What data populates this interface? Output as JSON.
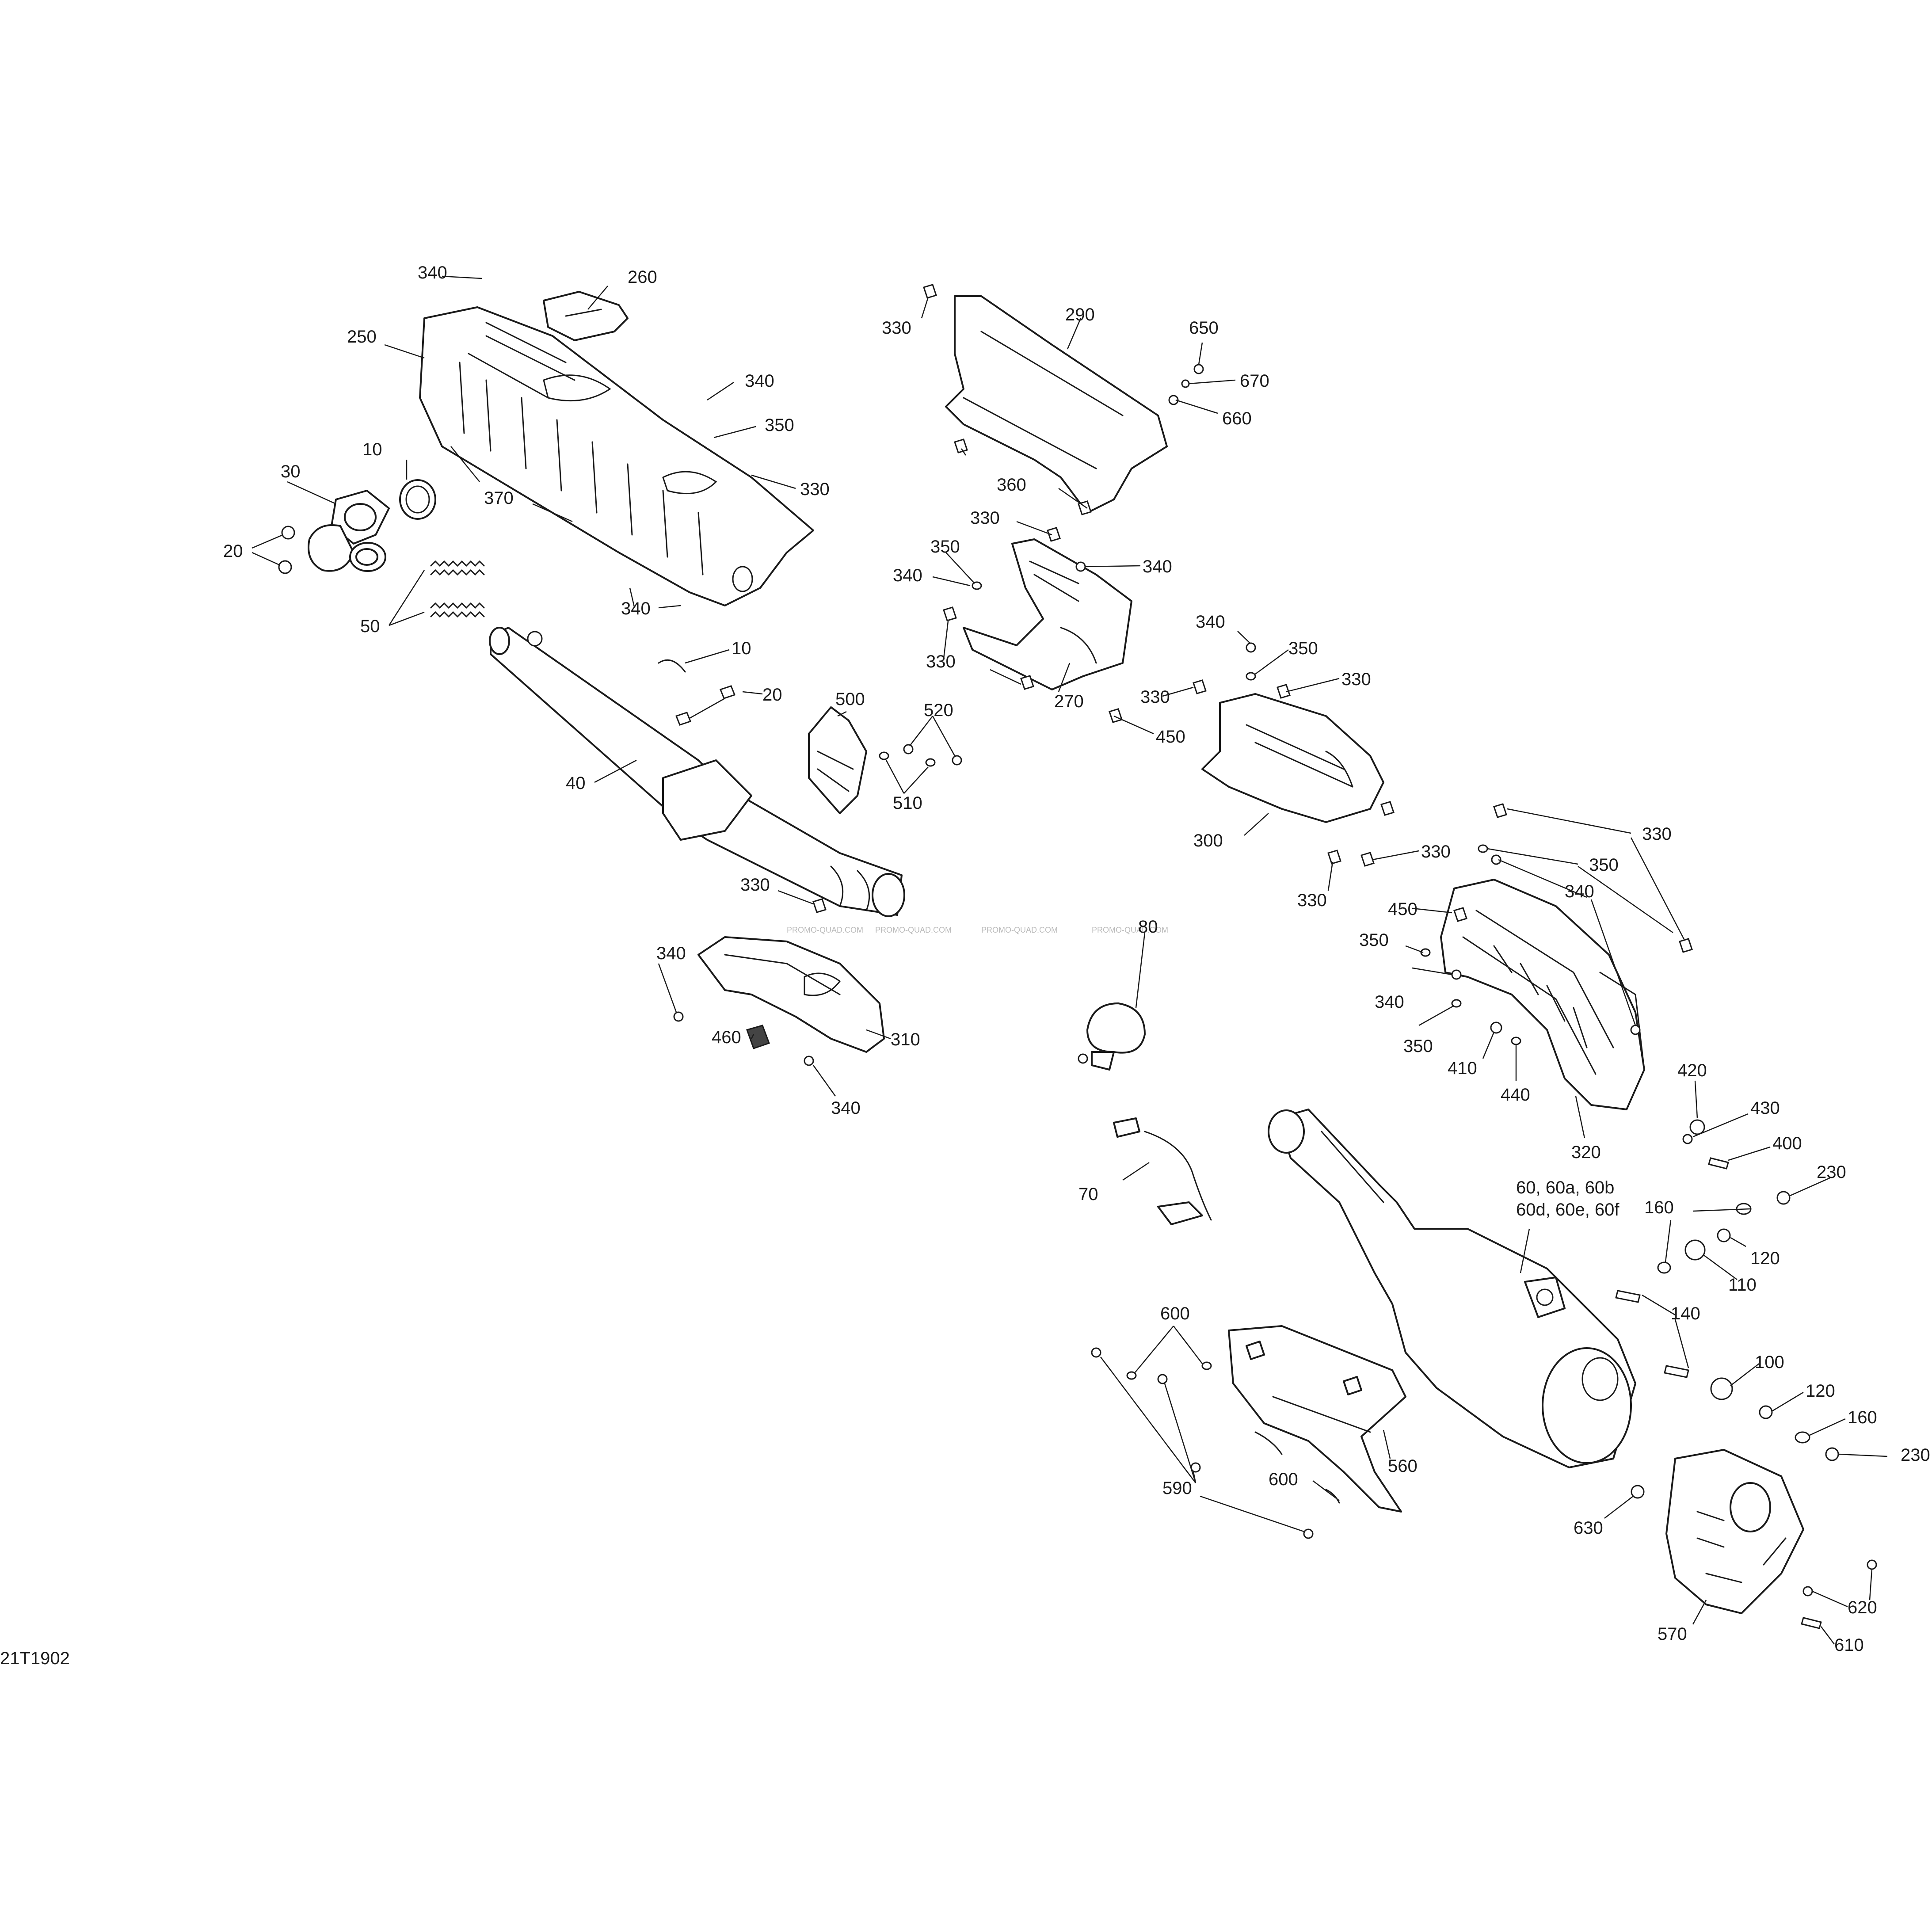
{
  "diagram_code": "21T1902",
  "watermark": "PROMO-QUAD.COM",
  "labels": [
    {
      "id": "c260",
      "text": "260"
    },
    {
      "id": "c340a",
      "text": "340"
    },
    {
      "id": "c250",
      "text": "250"
    },
    {
      "id": "c340b",
      "text": "340"
    },
    {
      "id": "c350a",
      "text": "350"
    },
    {
      "id": "c10a",
      "text": "10"
    },
    {
      "id": "c30",
      "text": "30"
    },
    {
      "id": "c370",
      "text": "370"
    },
    {
      "id": "c330a",
      "text": "330"
    },
    {
      "id": "c20a",
      "text": "20"
    },
    {
      "id": "c340c",
      "text": "340"
    },
    {
      "id": "c50",
      "text": "50"
    },
    {
      "id": "c10b",
      "text": "10"
    },
    {
      "id": "c20b",
      "text": "20"
    },
    {
      "id": "c500",
      "text": "500"
    },
    {
      "id": "c520",
      "text": "520"
    },
    {
      "id": "c40",
      "text": "40"
    },
    {
      "id": "c510",
      "text": "510"
    },
    {
      "id": "c330b",
      "text": "330"
    },
    {
      "id": "c340d",
      "text": "340"
    },
    {
      "id": "c460",
      "text": "460"
    },
    {
      "id": "c310",
      "text": "310"
    },
    {
      "id": "c340e",
      "text": "340"
    },
    {
      "id": "c330c",
      "text": "330"
    },
    {
      "id": "c290",
      "text": "290"
    },
    {
      "id": "c650",
      "text": "650"
    },
    {
      "id": "c670",
      "text": "670"
    },
    {
      "id": "c660",
      "text": "660"
    },
    {
      "id": "c360",
      "text": "360"
    },
    {
      "id": "c330d",
      "text": "330"
    },
    {
      "id": "c350b",
      "text": "350"
    },
    {
      "id": "c340f",
      "text": "340"
    },
    {
      "id": "c340g",
      "text": "340"
    },
    {
      "id": "c330e",
      "text": "330"
    },
    {
      "id": "c270",
      "text": "270"
    },
    {
      "id": "c340h",
      "text": "340"
    },
    {
      "id": "c350c",
      "text": "350"
    },
    {
      "id": "c330f",
      "text": "330"
    },
    {
      "id": "c330g",
      "text": "330"
    },
    {
      "id": "c450a",
      "text": "450"
    },
    {
      "id": "c300",
      "text": "300"
    },
    {
      "id": "c330h",
      "text": "330"
    },
    {
      "id": "c330i",
      "text": "330"
    },
    {
      "id": "c80",
      "text": "80"
    },
    {
      "id": "c330j",
      "text": "330"
    },
    {
      "id": "c350d",
      "text": "350"
    },
    {
      "id": "c340i",
      "text": "340"
    },
    {
      "id": "c450b",
      "text": "450"
    },
    {
      "id": "c350e",
      "text": "350"
    },
    {
      "id": "c340j",
      "text": "340"
    },
    {
      "id": "c350f",
      "text": "350"
    },
    {
      "id": "c410",
      "text": "410"
    },
    {
      "id": "c440",
      "text": "440"
    },
    {
      "id": "c320",
      "text": "320"
    },
    {
      "id": "c420",
      "text": "420"
    },
    {
      "id": "c430",
      "text": "430"
    },
    {
      "id": "c400",
      "text": "400"
    },
    {
      "id": "c230a",
      "text": "230"
    },
    {
      "id": "c70",
      "text": "70"
    },
    {
      "id": "c60a",
      "text": "60, 60a, 60b"
    },
    {
      "id": "c60b",
      "text": "60d, 60e, 60f"
    },
    {
      "id": "c160a",
      "text": "160"
    },
    {
      "id": "c120a",
      "text": "120"
    },
    {
      "id": "c110",
      "text": "110"
    },
    {
      "id": "c140",
      "text": "140"
    },
    {
      "id": "c100",
      "text": "100"
    },
    {
      "id": "c600a",
      "text": "600"
    },
    {
      "id": "c120b",
      "text": "120"
    },
    {
      "id": "c160b",
      "text": "160"
    },
    {
      "id": "c230b",
      "text": "230"
    },
    {
      "id": "c560",
      "text": "560"
    },
    {
      "id": "c590",
      "text": "590"
    },
    {
      "id": "c600b",
      "text": "600"
    },
    {
      "id": "c630",
      "text": "630"
    },
    {
      "id": "c620",
      "text": "620"
    },
    {
      "id": "c570",
      "text": "570"
    },
    {
      "id": "c610",
      "text": "610"
    }
  ]
}
